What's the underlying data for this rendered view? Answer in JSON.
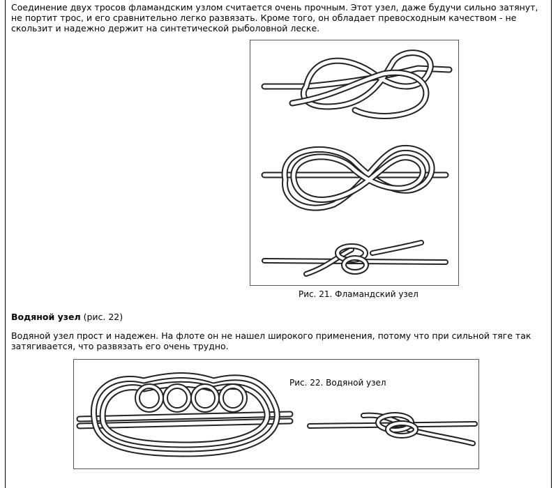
{
  "text": {
    "paragraph1": "Соединение двух тросов фламандским узлом считается очень прочным. Этот узел, даже будучи сильно затянут, не портит трос, и его сравнительно легко развязать. Кроме того, он обладает превосходным качеством - не скользит и надежно держит на синтетической рыболовной леске.",
    "heading_bold": "Водяной узел",
    "heading_ref": " (рис. 22)",
    "paragraph2": "Водяной узел прост и надежен. На флоте он не нашел широкого применения, потому что при сильной тяге так затягивается, что развязать его очень трудно."
  },
  "figures": {
    "fig21_caption": "Рис. 21. Фламандский узел",
    "fig22_caption": "Рис. 22. Водяной узел"
  },
  "colors": {
    "rope_stroke": "#222222",
    "border": "#555555"
  }
}
